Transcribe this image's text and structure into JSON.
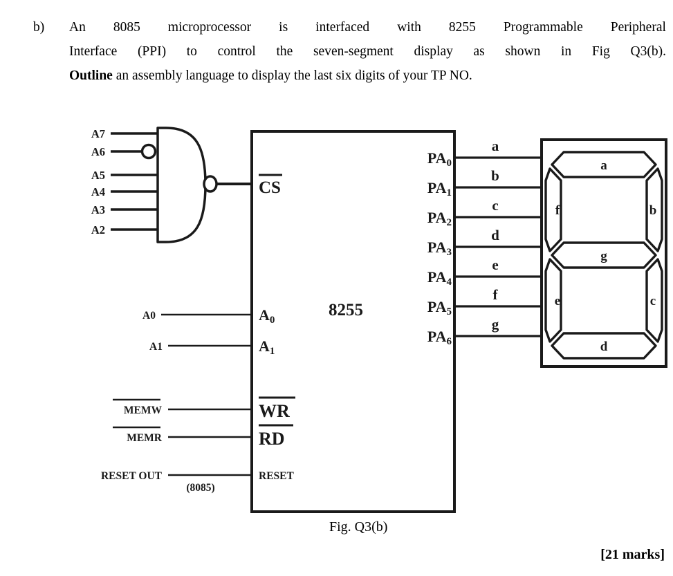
{
  "question": {
    "label": "b)",
    "line1": "An 8085 microprocessor is interfaced with 8255 Programmable Peripheral",
    "line2": "Interface (PPI) to control the seven-segment display as shown in Fig Q3(b).",
    "line3_bold": "Outline",
    "line3_rest": " an assembly language to display the last six digits of your TP NO."
  },
  "figure": {
    "caption": "Fig. Q3(b)",
    "marks": "[21 marks]",
    "chip": {
      "name": "8255",
      "cs_pin": "CS",
      "cs_overline": true,
      "left_pins": [
        {
          "pin": "A",
          "sub": "0",
          "overline": false
        },
        {
          "pin": "A",
          "sub": "1",
          "overline": false
        },
        {
          "pin": "WR",
          "sub": "",
          "overline": true
        },
        {
          "pin": "RD",
          "sub": "",
          "overline": true
        },
        {
          "pin": "RESET",
          "sub": "",
          "overline": false
        }
      ],
      "port_a_pins": [
        {
          "pin": "PA",
          "sub": "0"
        },
        {
          "pin": "PA",
          "sub": "1"
        },
        {
          "pin": "PA",
          "sub": "2"
        },
        {
          "pin": "PA",
          "sub": "3"
        },
        {
          "pin": "PA",
          "sub": "4"
        },
        {
          "pin": "PA",
          "sub": "5"
        },
        {
          "pin": "PA",
          "sub": "6"
        }
      ]
    },
    "nand_gate": {
      "inputs": [
        "A7",
        "A6",
        "A5",
        "A4",
        "A3",
        "A2"
      ],
      "inverted_input": "A6",
      "output_inverted": true
    },
    "external_signals": [
      {
        "label": "A0",
        "overline": false
      },
      {
        "label": "A1",
        "overline": false
      },
      {
        "label": "MEMW",
        "overline": true
      },
      {
        "label": "MEMR",
        "overline": true
      },
      {
        "label": "RESET OUT",
        "overline": false
      }
    ],
    "source_note": "(8085)",
    "segment_wires": [
      "a",
      "b",
      "c",
      "d",
      "e",
      "f",
      "g"
    ],
    "display_segments": [
      "a",
      "b",
      "c",
      "d",
      "e",
      "f",
      "g"
    ]
  },
  "colors": {
    "ink": "#1a1a1a",
    "line": "#222222",
    "page": "#ffffff"
  }
}
